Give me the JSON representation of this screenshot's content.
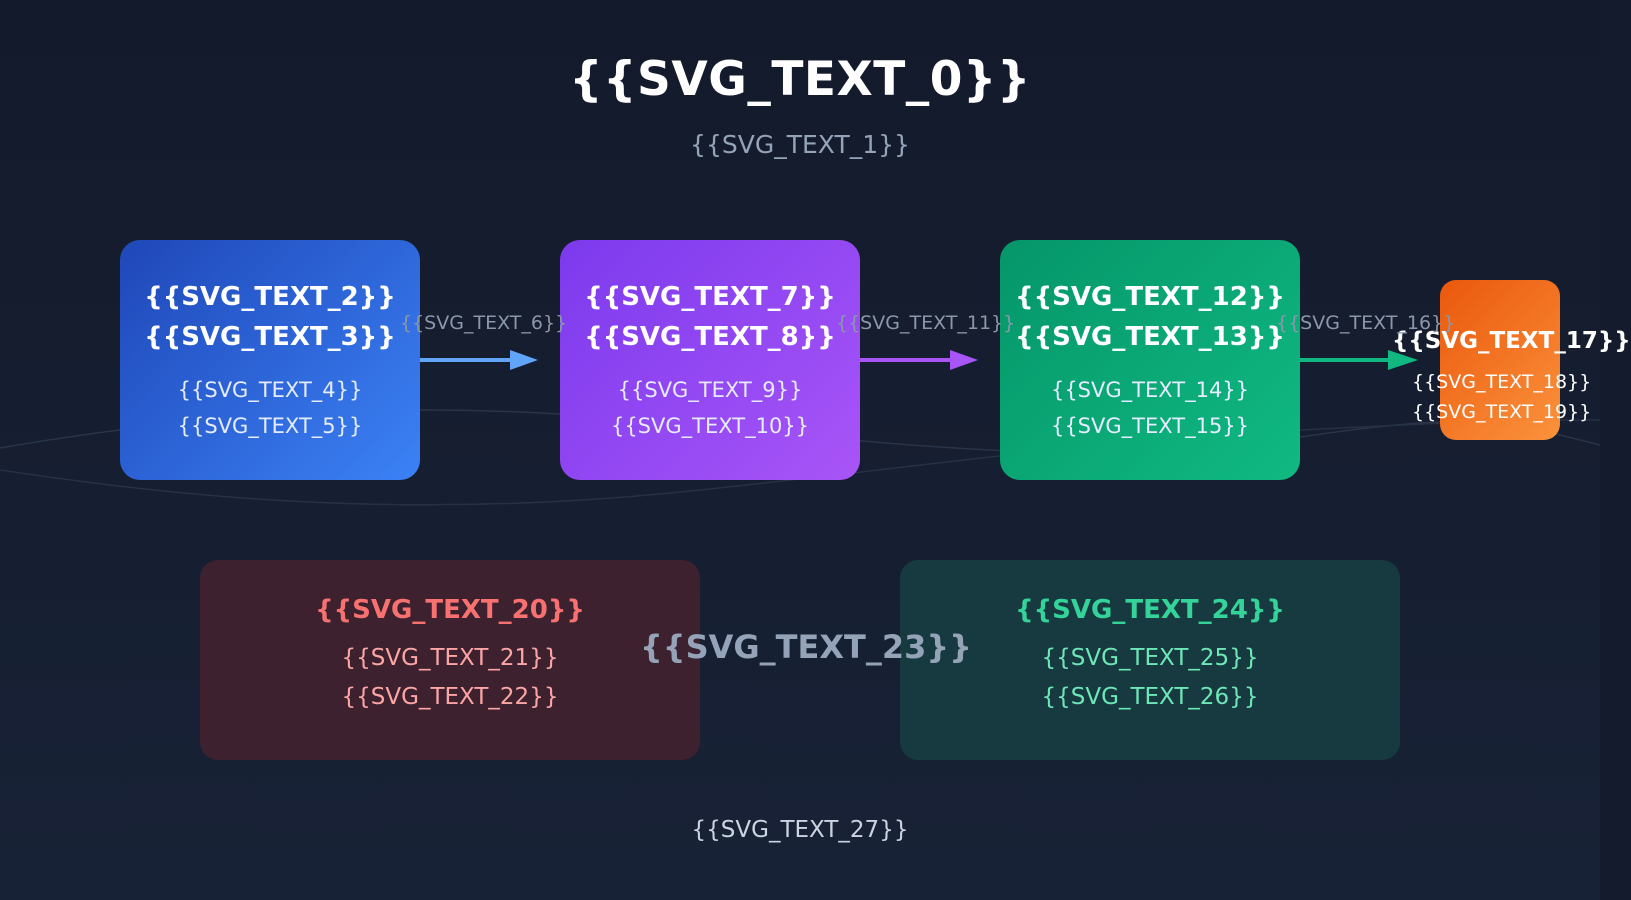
{
  "diagram": {
    "title": "{{SVG_TEXT_0}}",
    "subtitle": "{{SVG_TEXT_1}}",
    "steps": [
      {
        "title_line1": "{{SVG_TEXT_2}}",
        "title_line2": "{{SVG_TEXT_3}}",
        "detail1": "{{SVG_TEXT_4}}",
        "detail2": "{{SVG_TEXT_5}}",
        "color": "#3b82f6"
      },
      {
        "title_line1": "{{SVG_TEXT_7}}",
        "title_line2": "{{SVG_TEXT_8}}",
        "detail1": "{{SVG_TEXT_9}}",
        "detail2": "{{SVG_TEXT_10}}",
        "color": "#a855f7"
      },
      {
        "title_line1": "{{SVG_TEXT_12}}",
        "title_line2": "{{SVG_TEXT_13}}",
        "detail1": "{{SVG_TEXT_14}}",
        "detail2": "{{SVG_TEXT_15}}",
        "color": "#10b981"
      },
      {
        "title_line1": "{{SVG_TEXT_17}}",
        "detail1": "{{SVG_TEXT_18}}",
        "detail2": "{{SVG_TEXT_19}}",
        "color": "#f97316"
      }
    ],
    "edges": [
      {
        "label": "{{SVG_TEXT_6}}",
        "color": "#60a5fa"
      },
      {
        "label": "{{SVG_TEXT_11}}",
        "color": "#a855f7"
      },
      {
        "label": "{{SVG_TEXT_16}}",
        "color": "#10b981"
      }
    ],
    "comparison": {
      "left": {
        "title": "{{SVG_TEXT_20}}",
        "line1": "{{SVG_TEXT_21}}",
        "line2": "{{SVG_TEXT_22}}",
        "color": "#f87171"
      },
      "middle_label": "{{SVG_TEXT_23}}",
      "right": {
        "title": "{{SVG_TEXT_24}}",
        "line1": "{{SVG_TEXT_25}}",
        "line2": "{{SVG_TEXT_26}}",
        "color": "#34d399"
      }
    },
    "footer": "{{SVG_TEXT_27}}"
  }
}
